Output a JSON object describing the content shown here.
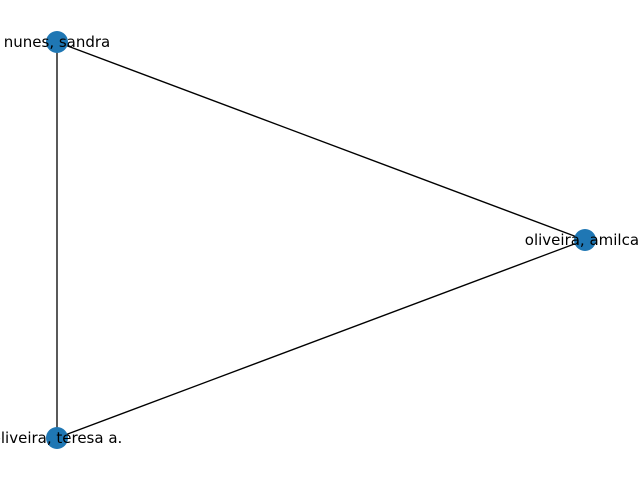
{
  "diagram": {
    "type": "network-graph",
    "node_color": "#1f77b4",
    "edge_color": "#000000",
    "background": "#ffffff",
    "nodes": [
      {
        "id": "nunes",
        "label": "nunes, sandra"
      },
      {
        "id": "amilcar",
        "label": "oliveira, amilcar"
      },
      {
        "id": "teresa",
        "label": "oliveira, teresa a."
      }
    ],
    "edges": [
      {
        "source": "nunes",
        "target": "amilcar"
      },
      {
        "source": "nunes",
        "target": "teresa"
      },
      {
        "source": "teresa",
        "target": "amilcar"
      }
    ]
  }
}
